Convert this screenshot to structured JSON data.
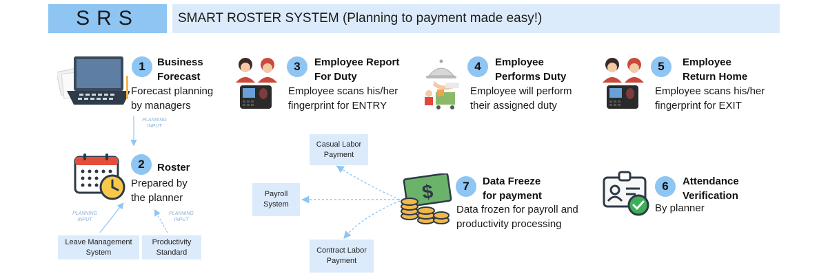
{
  "header": {
    "logo": "SRS",
    "title": "SMART ROSTER SYSTEM (Planning to payment made easy!)"
  },
  "steps": [
    {
      "num": "1",
      "title": [
        "Business",
        "Forecast"
      ],
      "desc": [
        "Forecast planning",
        "by managers"
      ]
    },
    {
      "num": "2",
      "title": [
        "Roster"
      ],
      "desc": [
        "Prepared by",
        "the planner"
      ]
    },
    {
      "num": "3",
      "title": [
        "Employee Report",
        "For Duty"
      ],
      "desc": [
        "Employee scans his/her",
        "fingerprint for ENTRY"
      ]
    },
    {
      "num": "4",
      "title": [
        "Employee",
        "Performs Duty"
      ],
      "desc": [
        "Employee will perform",
        "their assigned duty"
      ]
    },
    {
      "num": "5",
      "title": [
        "Employee",
        "Return Home"
      ],
      "desc": [
        "Employee scans his/her",
        "fingerprint for EXIT"
      ]
    },
    {
      "num": "6",
      "title": [
        "Attendance",
        "Verification"
      ],
      "desc": [
        "By planner"
      ]
    },
    {
      "num": "7",
      "title": [
        "Data Freeze",
        "for payment"
      ],
      "desc": [
        "Data frozen for payroll and",
        "productivity processing"
      ]
    }
  ],
  "inputs": {
    "leave": [
      "Leave Management",
      "System"
    ],
    "productivity": [
      "Productivity",
      "Standard"
    ],
    "planning_label": [
      "PLANNING",
      "INPUT"
    ]
  },
  "outputs": {
    "casual": [
      "Casual Labor",
      "Payment"
    ],
    "payroll": [
      "Payroll",
      "System"
    ],
    "contract": [
      "Contract Labor",
      "Payment"
    ]
  },
  "colors": {
    "accent": "#8ec5f2",
    "box": "#dcebfb",
    "arrow": "#8ec5f2"
  },
  "icons": [
    "laptop-icon",
    "calendar-clock-icon",
    "staff-fingerprint-icon",
    "waiter-service-icon",
    "id-card-check-icon",
    "money-coins-icon"
  ]
}
